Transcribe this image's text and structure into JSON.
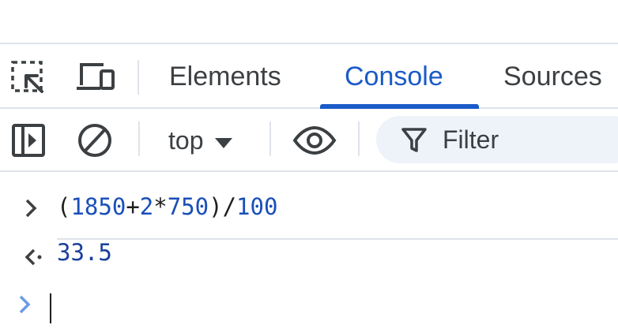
{
  "tabs": {
    "items": [
      {
        "label": "Elements",
        "active": false
      },
      {
        "label": "Console",
        "active": true
      },
      {
        "label": "Sources",
        "active": false
      }
    ],
    "icons": [
      "inspect-element-icon",
      "device-toolbar-icon"
    ]
  },
  "toolbar": {
    "context": "top",
    "filter_placeholder": "Filter",
    "icons": [
      "sidebar-toggle-icon",
      "clear-console-icon",
      "chevron-down-icon",
      "eye-icon",
      "filter-icon"
    ]
  },
  "console": {
    "input": {
      "open_paren": "(",
      "n1": "1850",
      "plus": "+",
      "n2": "2",
      "times": "*",
      "n3": "750",
      "close_div": ")/",
      "n4": "100"
    },
    "result": "33.5"
  },
  "colors": {
    "accent": "#1a5bc7",
    "number": "#1a4fb8",
    "result": "#1a3f9b",
    "divider": "#dfe3ea",
    "filter_bg": "#eef2f9"
  }
}
